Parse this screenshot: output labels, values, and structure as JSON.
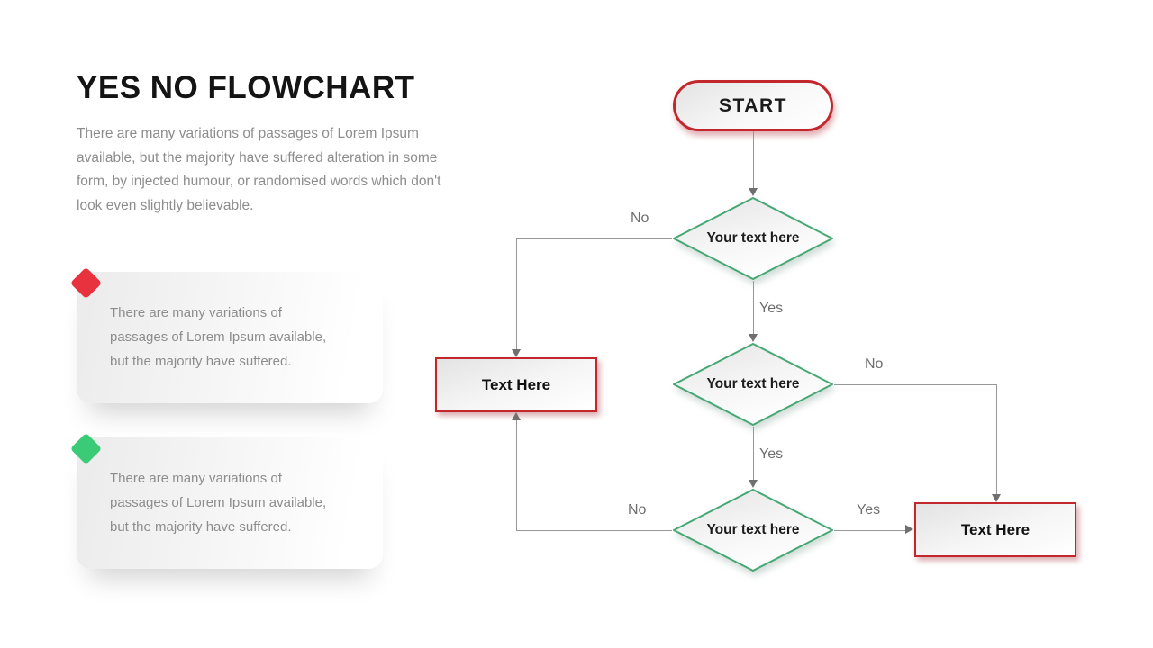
{
  "slide": {
    "title": "YES NO FLOWCHART",
    "description": "There are many variations of passages of Lorem Ipsum available, but the majority have suffered alteration in some form, by injected humour, or randomised words which don't look even slightly believable."
  },
  "cards": [
    {
      "marker": "red-diamond",
      "marker_color": "#e8333f",
      "text": "There are many variations of passages of Lorem Ipsum available, but the majority have suffered."
    },
    {
      "marker": "green-diamond",
      "marker_color": "#3bcb77",
      "text": "There are many variations of passages of Lorem Ipsum available, but the majority have suffered."
    }
  ],
  "flowchart": {
    "start_label": "START",
    "decision1_label": "Your text here",
    "decision2_label": "Your text here",
    "decision3_label": "Your text here",
    "box_left_label": "Text Here",
    "box_right_label": "Text Here",
    "labels": {
      "d1_no": "No",
      "d1_yes": "Yes",
      "d2_no": "No",
      "d2_yes": "Yes",
      "d3_no": "No",
      "d3_yes": "Yes"
    },
    "colors": {
      "node_border_red": "#c1272d",
      "decision_border_green": "#45a873",
      "connector_gray": "#979797"
    }
  }
}
